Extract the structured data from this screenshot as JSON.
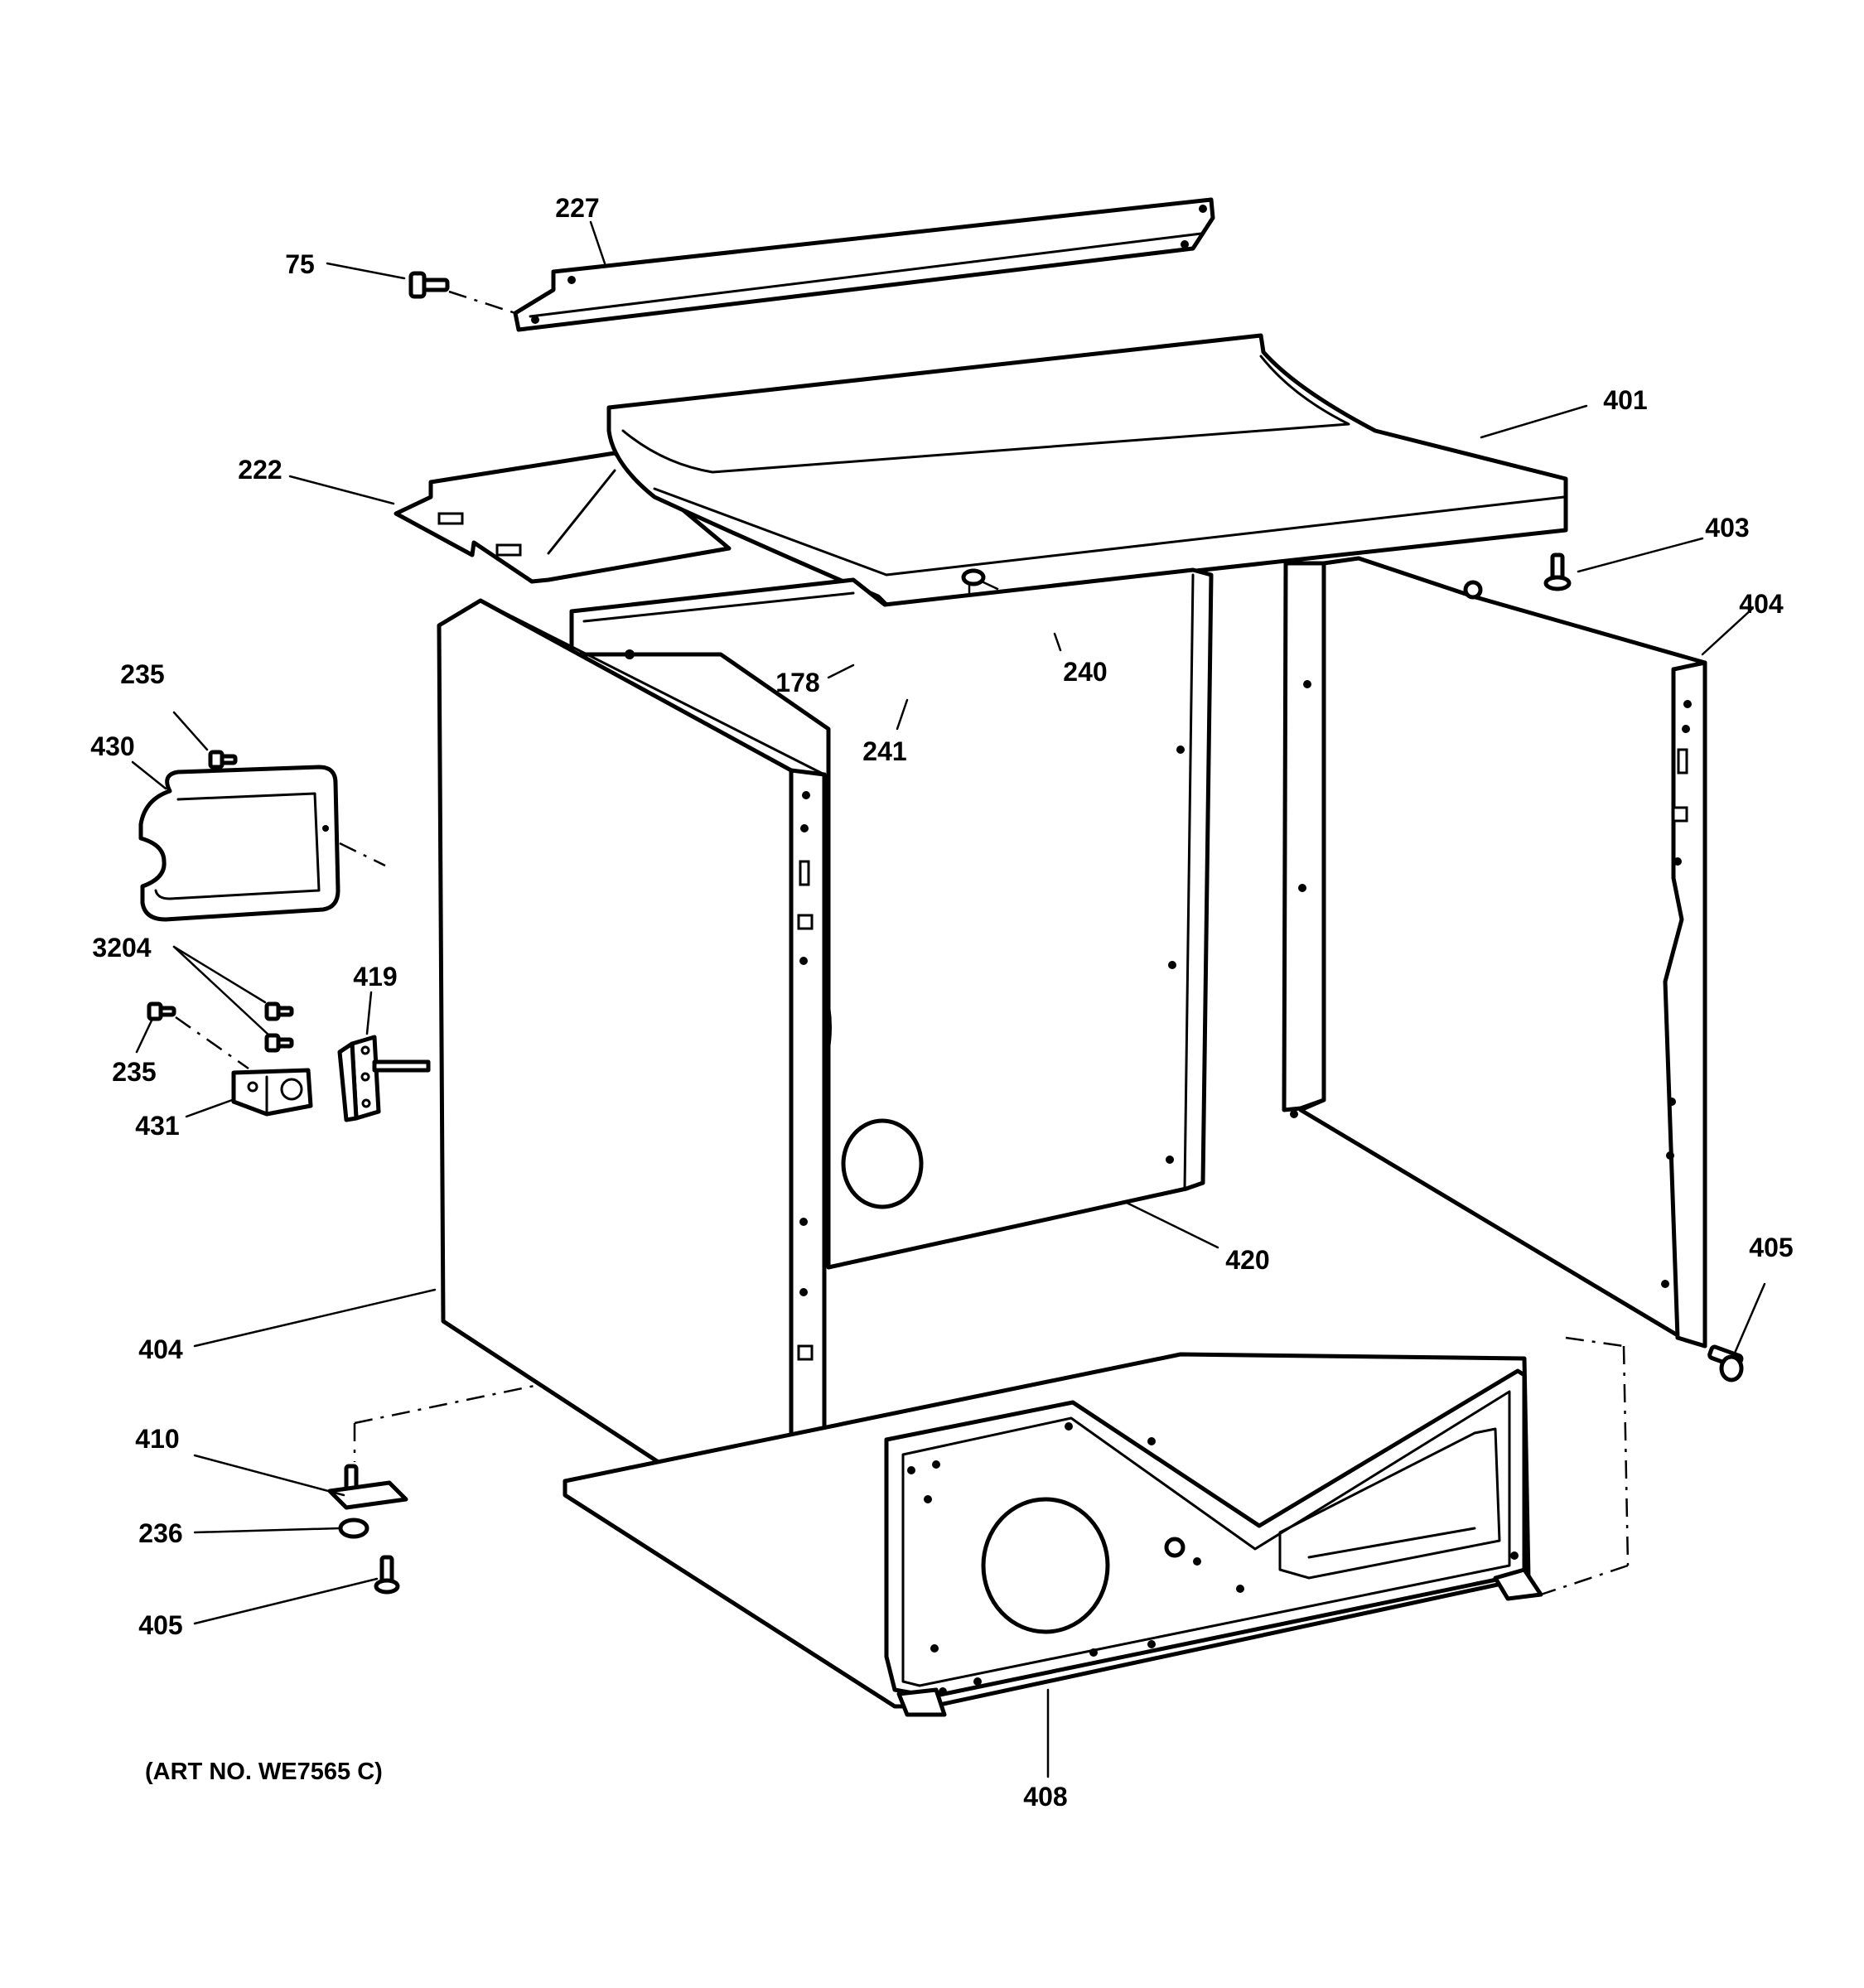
{
  "callouts": {
    "c227": "227",
    "c75": "75",
    "c401": "401",
    "c222": "222",
    "c403": "403",
    "c404_right": "404",
    "c235_top": "235",
    "c178": "178",
    "c240": "240",
    "c430": "430",
    "c241": "241",
    "c3204": "3204",
    "c419": "419",
    "c235_mid": "235",
    "c431": "431",
    "c420": "420",
    "c405_right": "405",
    "c404_left": "404",
    "c410": "410",
    "c236": "236",
    "c405_left": "405",
    "c408": "408"
  },
  "art_number": "(ART NO. WE7565 C)",
  "colors": {
    "line": "#000000",
    "background": "#ffffff"
  }
}
